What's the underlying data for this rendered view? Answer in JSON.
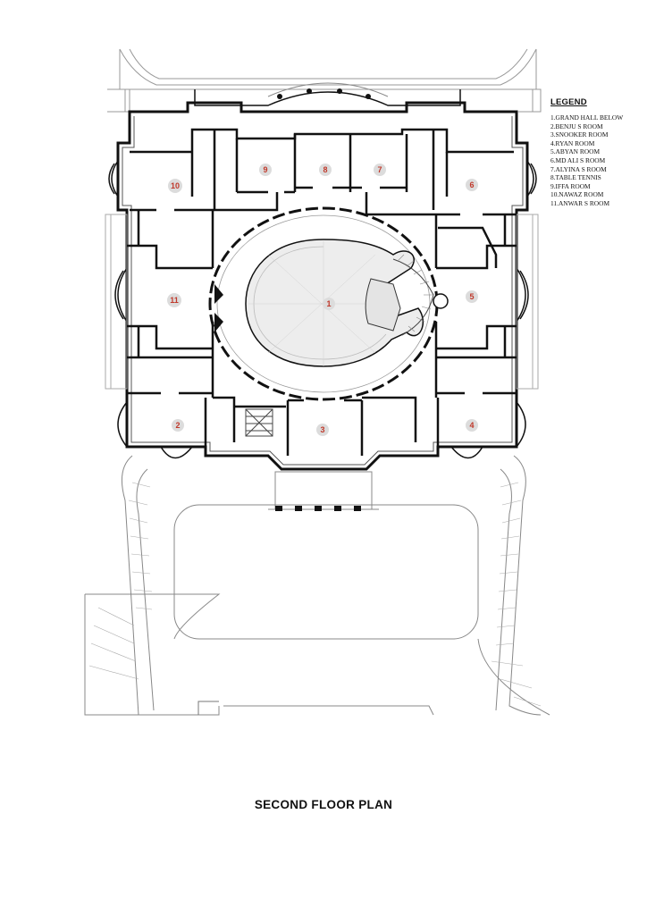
{
  "legend": {
    "title": "LEGEND",
    "items": [
      "1.GRAND HALL BELOW",
      "2.BENJU S ROOM",
      "3.SNOOKER ROOM",
      "4.RYAN ROOM",
      "5.ABYAN ROOM",
      "6.MD ALI S ROOM",
      "7.ALYINA S ROOM",
      "8.TABLE TENNIS",
      "9.IFFA ROOM",
      "10.NAWAZ ROOM",
      "11.ANWAR S ROOM"
    ]
  },
  "plan_title": "SECOND FLOOR PLAN",
  "rooms": [
    {
      "number": "1"
    },
    {
      "number": "2"
    },
    {
      "number": "3"
    },
    {
      "number": "4"
    },
    {
      "number": "5"
    },
    {
      "number": "6"
    },
    {
      "number": "7"
    },
    {
      "number": "8"
    },
    {
      "number": "9"
    },
    {
      "number": "10"
    },
    {
      "number": "11"
    }
  ],
  "colors": {
    "wall": "#111111",
    "thin_line": "#9a9a9a",
    "badge_fill": "#dcdcdc",
    "badge_text": "#c0392b",
    "hall_fill": "#ededed"
  }
}
